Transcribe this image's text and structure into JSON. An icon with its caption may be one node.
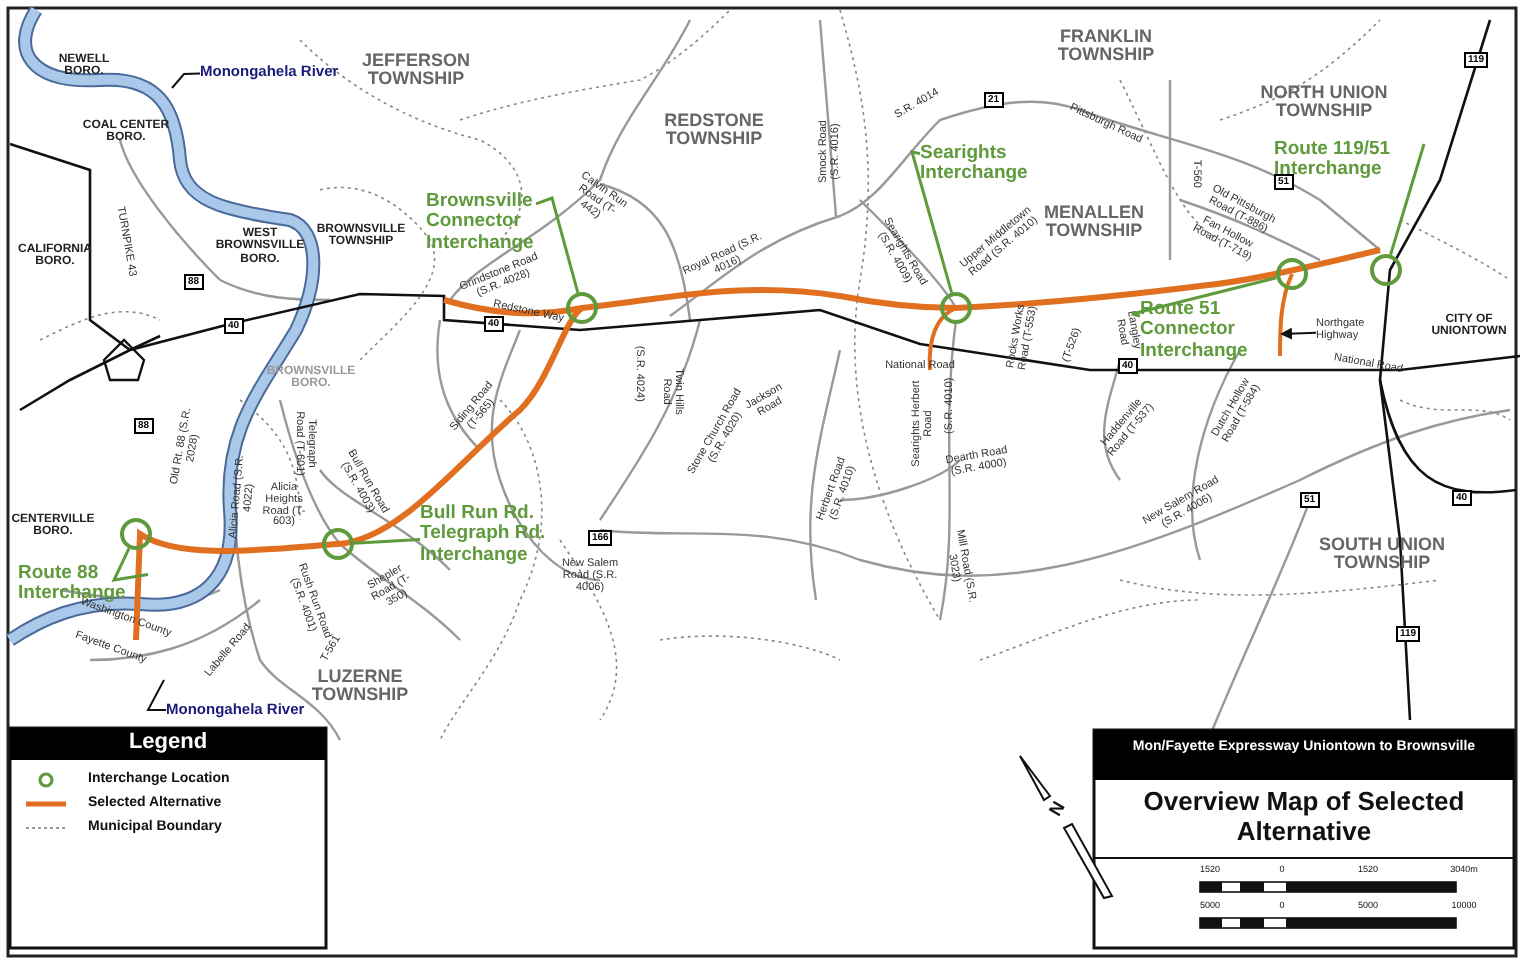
{
  "diagram": {
    "title": "Overview Map of Selected Alternative",
    "nodes": [
      {
        "text": [
          "Brownsville Connector Interchange"
        ]
      },
      {
        "text": [],
        "shape": "circle"
      },
      {
        "text": [
          "Searights Interchange"
        ]
      },
      {
        "text": [],
        "shape": "circle"
      },
      {
        "text": [
          "Route 119/51 Interchange"
        ]
      },
      {
        "text": [],
        "shape": "circle"
      },
      {
        "text": [
          "Route 51 Connector Interchange"
        ]
      },
      {
        "text": [],
        "shape": "circle"
      },
      {
        "text": [
          "Bull Run Rd. Telegraph Rd. Interchange"
        ]
      },
      {
        "text": [],
        "shape": "circle"
      },
      {
        "text": [
          "Route 88 Interchange"
        ]
      },
      {
        "text": [],
        "shape": "circle"
      },
      {
        "text": [
          "Monongahela River"
        ]
      },
      {
        "text": [
          "Monongahela River"
        ]
      },
      {
        "text": [
          "Northgate Highway"
        ]
      }
    ],
    "edges": [
      {
        "from": 0,
        "to": 1,
        "arrow": "none"
      },
      {
        "from": 2,
        "to": 3,
        "arrow": "none"
      },
      {
        "from": 4,
        "to": 5,
        "arrow": "none"
      },
      {
        "from": 6,
        "to": 7,
        "arrow": "none"
      },
      {
        "from": 8,
        "to": 9,
        "arrow": "none"
      },
      {
        "from": 10,
        "to": 11,
        "arrow": "none"
      },
      {
        "from": 12,
        "to": null,
        "arrow": "none",
        "color": "#111111"
      },
      {
        "from": 13,
        "to": null,
        "arrow": "none",
        "color": "#111111"
      },
      {
        "from": 14,
        "to": null,
        "arrow": "to",
        "color": "#111111"
      }
    ],
    "labels": [
      "NEWELL BORO.",
      "COAL CENTER BORO.",
      "JEFFERSON TOWNSHIP",
      "REDSTONE TOWNSHIP",
      "FRANKLIN TOWNSHIP",
      "NORTH UNION TOWNSHIP",
      "CALIFORNIA BORO.",
      "WEST BROWNSVILLE BORO.",
      "BROWNSVILLE TOWNSHIP",
      "MENALLEN TOWNSHIP",
      "CITY OF UNIONTOWN",
      "BROWNSVILLE BORO.",
      "CENTERVILLE BORO.",
      "LUZERNE TOWNSHIP",
      "SOUTH UNION TOWNSHIP",
      "TURNPIKE 43",
      "Grindstone Road (S.R. 4028)",
      "Redstone Way",
      "Calvin Run Road (T-442)",
      "Royal Road (S.R. 4016)",
      "Smock Road (S.R. 4016)",
      "S.R. 4014",
      "Pittsburgh Road",
      "Searights Road (S.R. 4009)",
      "Upper Middletown Road (S.R. 4010)",
      "T-560",
      "Old Pittsburgh Road (T-886)",
      "Fan Hollow Road (T-719)",
      "Rocks Works Road (T-553)",
      "(T-526)",
      "Langley Road",
      "National Road",
      "National Road",
      "(S.R. 4024)",
      "Twin Hills Road",
      "Jackson Road",
      "Stone Church Road (S.R. 4020)",
      "Searights Herbert Road",
      "(S.R. 4010)",
      "Dearth Road (S.R. 4000)",
      "Herbert Road (S.R. 4010)",
      "Mill Road (S.R. 3023)",
      "New Salem Road (S.R. 4006)",
      "New Salem Road (S.R. 4006)",
      "Haddenville Road (T-537)",
      "Dutch Hollow Road (T-584)",
      "Old Rt. 88 (S.R. 2028)",
      "Alicia Road (S.R. 4022)",
      "Telegraph Road (T-601)",
      "Bull Run Road (S.R. 4003)",
      "Alicia Heights Road (T-603)",
      "Shepler Road (T-350)",
      "Rush Run Road (S.R. 4001)",
      "T-561",
      "Washington County",
      "Fayette County",
      "Labelle Road",
      "Siding Road (T-565)",
      "88",
      "40",
      "88",
      "40",
      "21",
      "51",
      "119",
      "40",
      "166",
      "51",
      "40",
      "119",
      "Legend",
      "Mon/Fayette Expressway Uniontown to Brownsville",
      "1520",
      "0",
      "1520",
      "3040m",
      "5000",
      "0",
      "5000",
      "10000",
      "N"
    ],
    "legend": [
      {
        "text": "Interchange Location"
      },
      {
        "text": "Selected Alternative"
      },
      {
        "text": "Municipal Boundary"
      }
    ]
  }
}
